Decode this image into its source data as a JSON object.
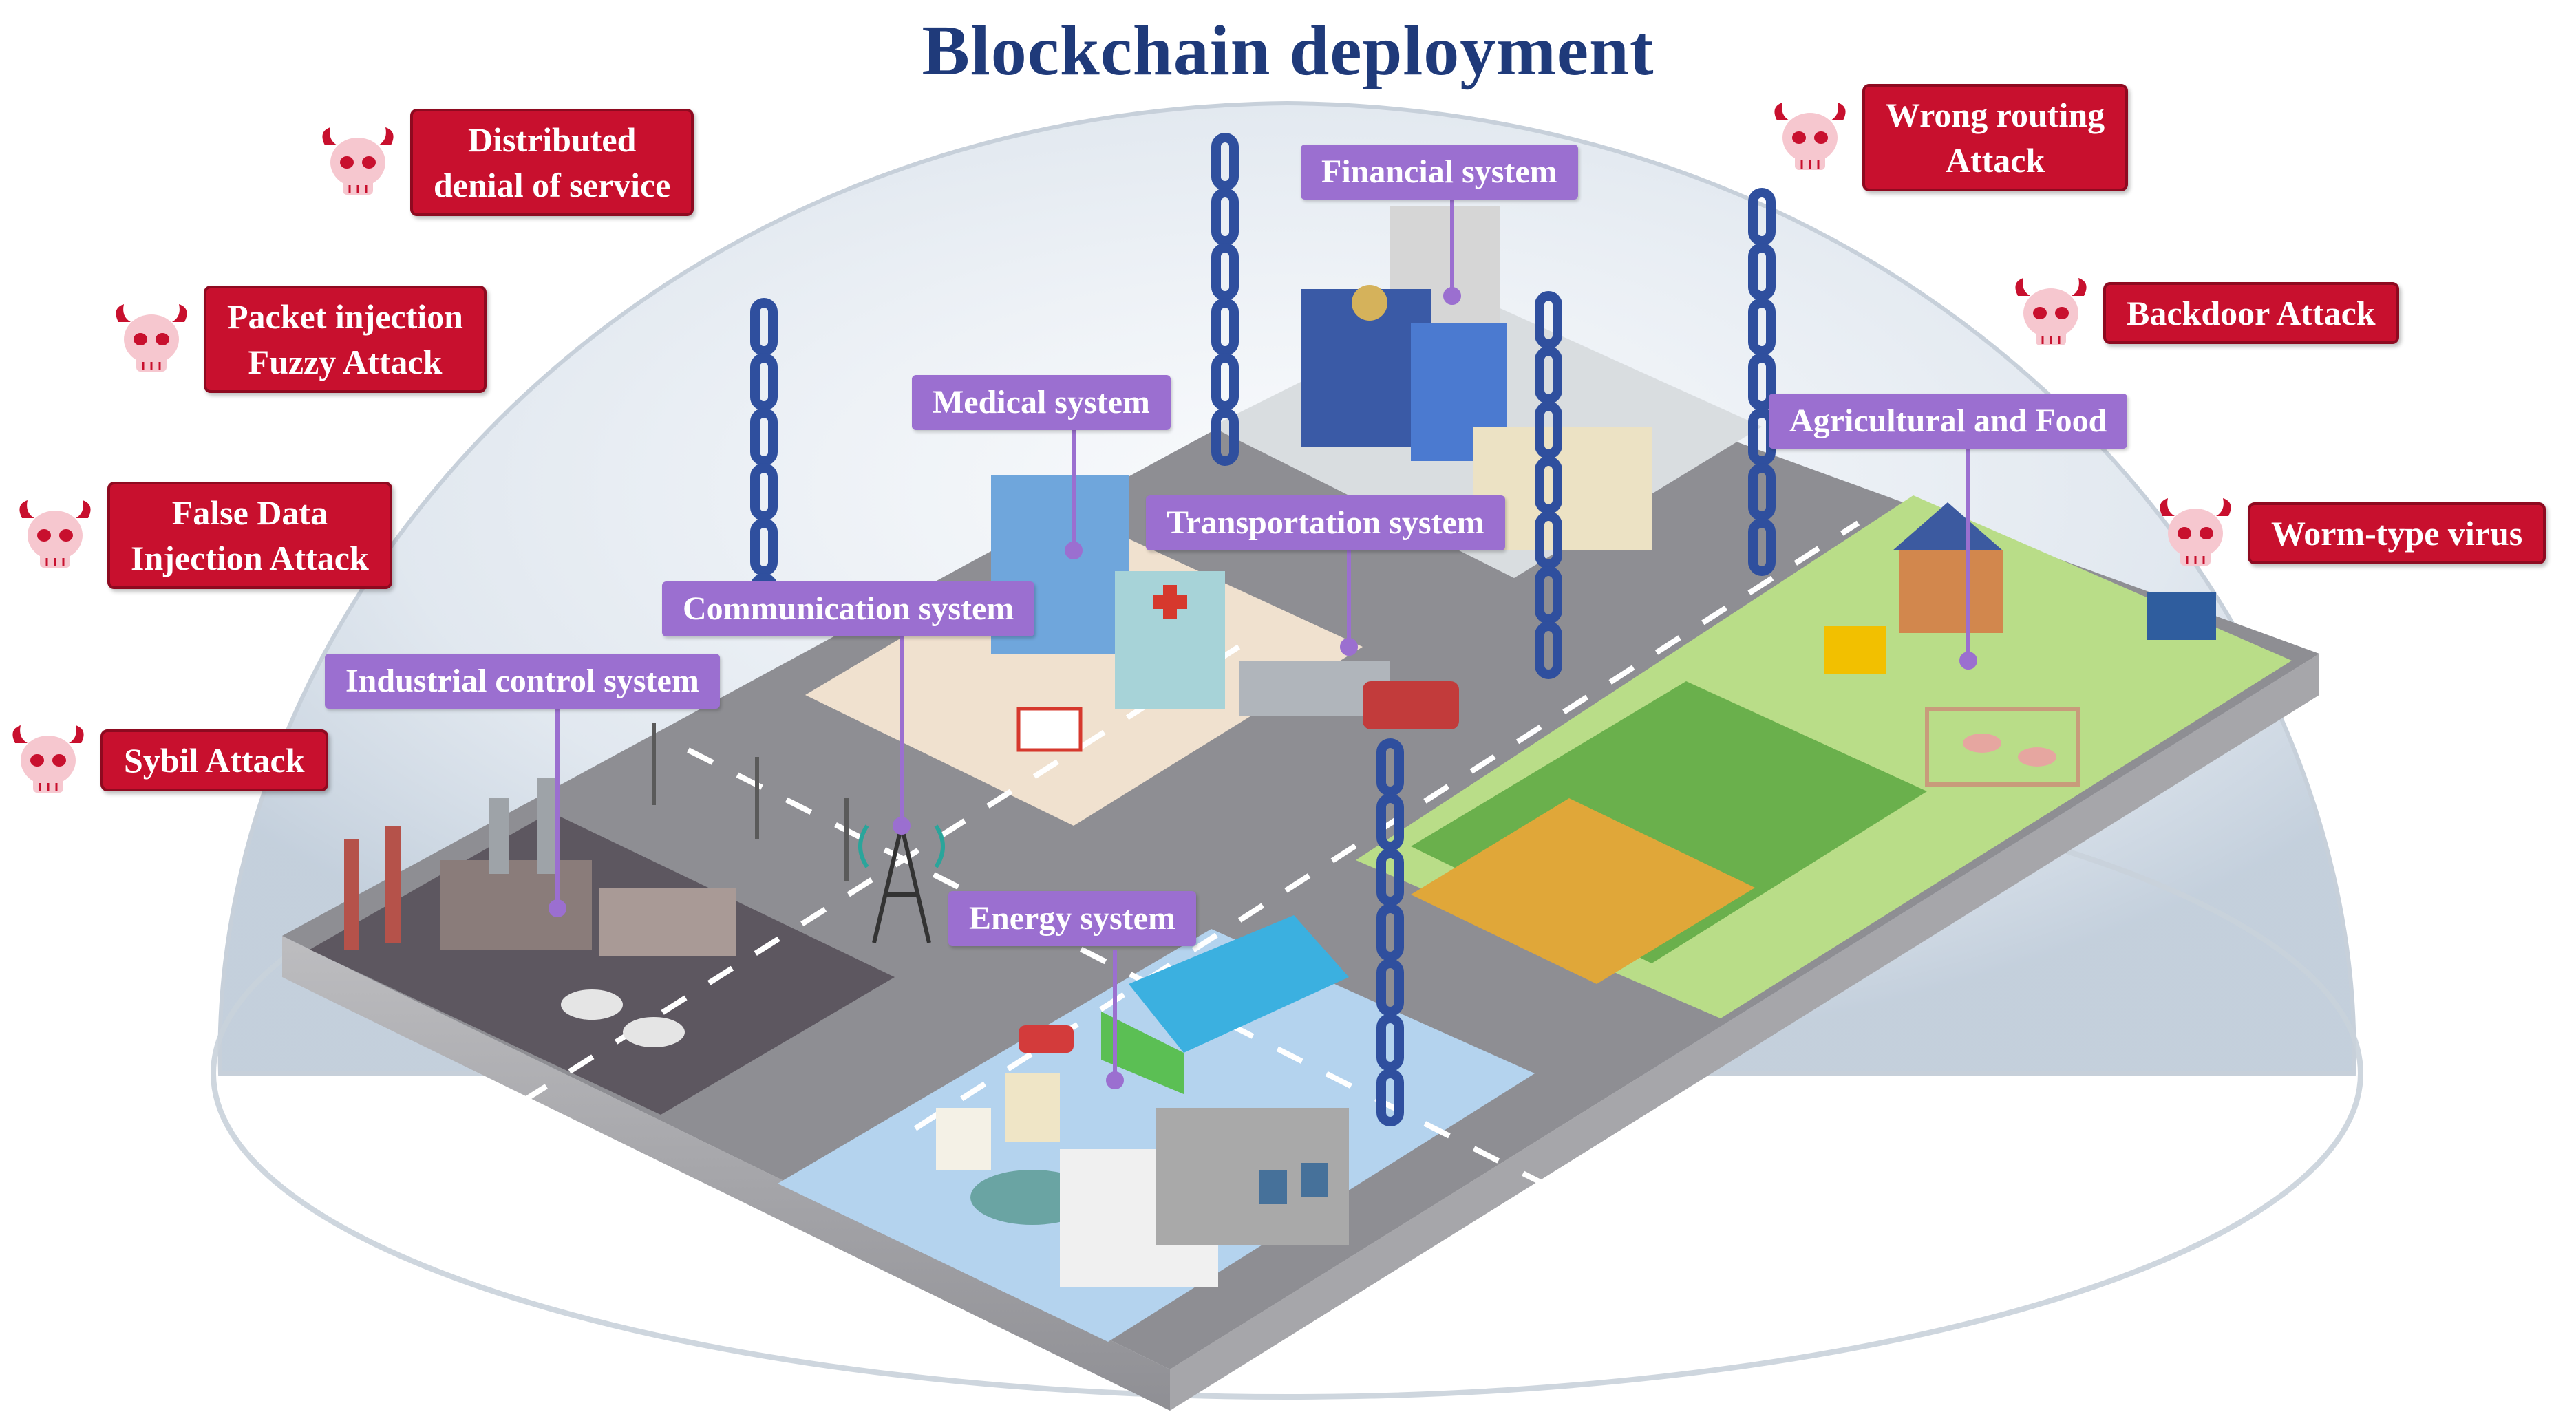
{
  "title": "Blockchain deployment",
  "colors": {
    "title": "#1f3a7a",
    "attack_box": "#c8102e",
    "system_label": "#9b6fd0",
    "chain": "#2f4f9e",
    "dome": "#dfe6ef",
    "road": "#8a8a8f"
  },
  "attacks": [
    {
      "id": "ddos",
      "icon": "devil-skull-icon",
      "lines": [
        "Distributed",
        "denial of service"
      ]
    },
    {
      "id": "packet-injection",
      "icon": "devil-skull-icon",
      "lines": [
        "Packet injection",
        "Fuzzy Attack"
      ]
    },
    {
      "id": "false-data",
      "icon": "devil-skull-icon",
      "lines": [
        "False Data",
        "Injection Attack"
      ]
    },
    {
      "id": "sybil",
      "icon": "devil-skull-icon",
      "lines": [
        "Sybil Attack"
      ]
    },
    {
      "id": "wrong-routing",
      "icon": "devil-skull-icon",
      "lines": [
        "Wrong routing",
        "Attack"
      ]
    },
    {
      "id": "backdoor",
      "icon": "devil-skull-icon",
      "lines": [
        "Backdoor Attack"
      ]
    },
    {
      "id": "worm",
      "icon": "devil-skull-icon",
      "lines": [
        "Worm-type virus"
      ]
    }
  ],
  "systems": [
    {
      "id": "financial",
      "label": "Financial system"
    },
    {
      "id": "medical",
      "label": "Medical system"
    },
    {
      "id": "transportation",
      "label": "Transportation system"
    },
    {
      "id": "communication",
      "label": "Communication system"
    },
    {
      "id": "industrial",
      "label": "Industrial control system"
    },
    {
      "id": "agricultural",
      "label": "Agricultural and Food"
    },
    {
      "id": "energy",
      "label": "Energy system"
    }
  ]
}
